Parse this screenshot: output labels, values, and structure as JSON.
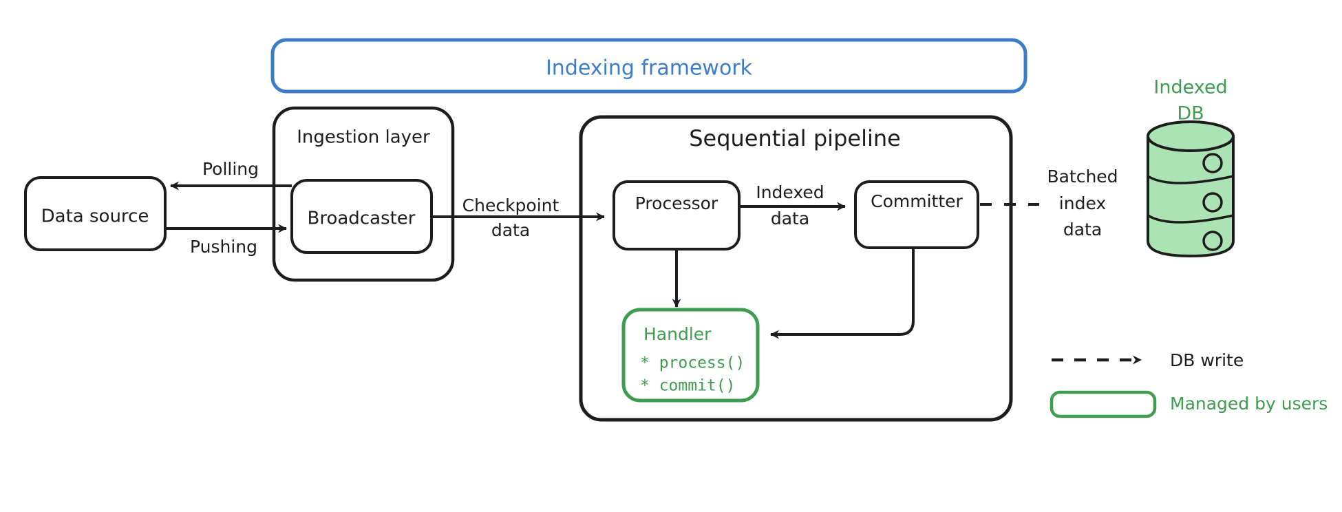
{
  "diagram": {
    "title_banner": {
      "label": "Indexing framework",
      "color": "#3d7cc9"
    },
    "containers": [
      {
        "id": "ingestion-layer",
        "label": "Ingestion layer",
        "color": "#1d1d1d"
      },
      {
        "id": "sequential-pipeline",
        "label": "Sequential pipeline",
        "color": "#1d1d1d"
      }
    ],
    "nodes": [
      {
        "id": "data-source",
        "label": "Data source",
        "color": "#1d1d1d"
      },
      {
        "id": "broadcaster",
        "label": "Broadcaster",
        "color": "#1d1d1d"
      },
      {
        "id": "processor",
        "label": "Processor",
        "color": "#1d1d1d"
      },
      {
        "id": "committer",
        "label": "Committer",
        "color": "#1d1d1d"
      },
      {
        "id": "handler",
        "label": "Handler",
        "color": "#3f9d4f",
        "methods": [
          "* process()",
          "* commit()"
        ]
      },
      {
        "id": "indexed-db",
        "label_line1": "Indexed",
        "label_line2": "DB",
        "color": "#3f9d4f",
        "fill": "#abe3b4"
      }
    ],
    "edges": [
      {
        "id": "polling",
        "label": "Polling",
        "from": "broadcaster",
        "to": "data-source",
        "style": "solid"
      },
      {
        "id": "pushing",
        "label": "Pushing",
        "from": "data-source",
        "to": "broadcaster",
        "style": "solid"
      },
      {
        "id": "checkpoint-data",
        "label_line1": "Checkpoint",
        "label_line2": "data",
        "from": "broadcaster",
        "to": "processor",
        "style": "solid"
      },
      {
        "id": "indexed-data",
        "label_line1": "Indexed",
        "label_line2": "data",
        "from": "processor",
        "to": "committer",
        "style": "solid"
      },
      {
        "id": "processor-to-handler",
        "label": "",
        "from": "processor",
        "to": "handler",
        "style": "solid"
      },
      {
        "id": "committer-to-handler",
        "label": "",
        "from": "committer",
        "to": "handler",
        "style": "solid"
      },
      {
        "id": "batched-index-data",
        "label_line1": "Batched",
        "label_line2": "index",
        "label_line3": "data",
        "from": "committer",
        "to": "indexed-db",
        "style": "dashed"
      }
    ],
    "legend": [
      {
        "id": "db-write",
        "symbol": "dashed-arrow",
        "label": "DB write",
        "color": "#1d1d1d"
      },
      {
        "id": "managed-by-users",
        "symbol": "green-rounded-box",
        "label": "Managed by users",
        "color": "#3f9d4f"
      }
    ]
  }
}
